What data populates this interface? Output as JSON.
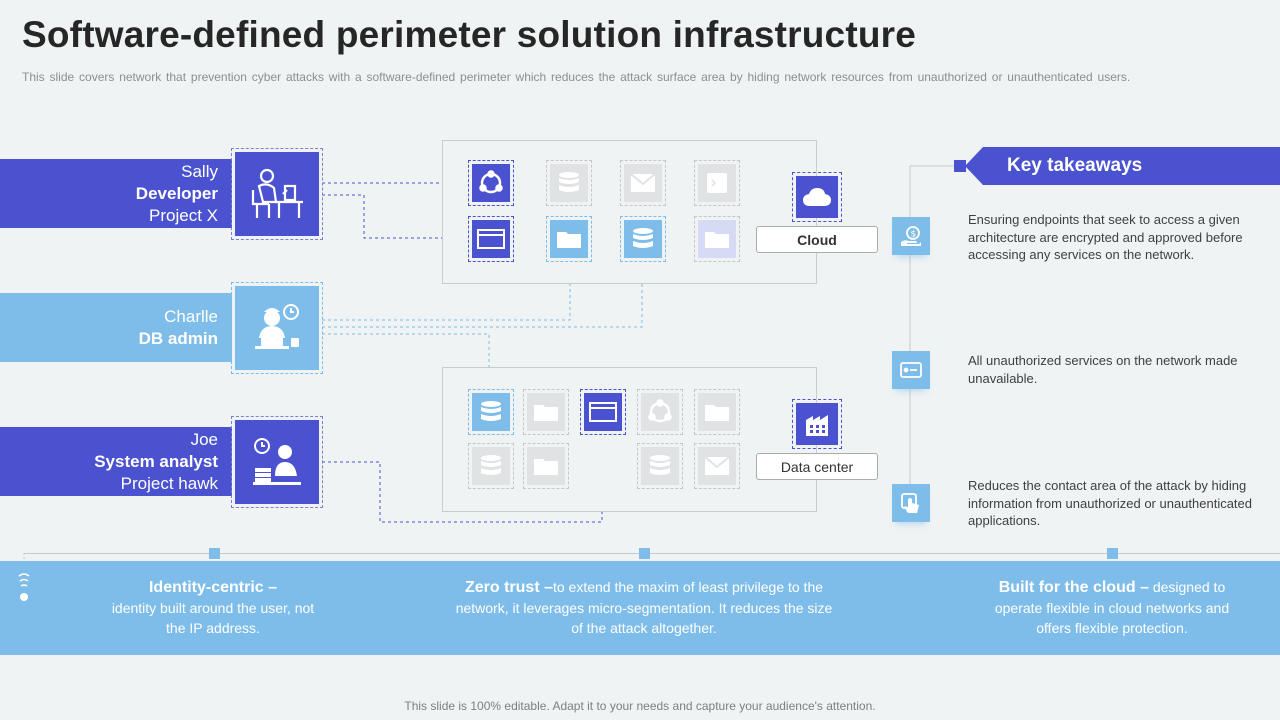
{
  "header": {
    "title": "Software-defined perimeter solution infrastructure",
    "subtitle": "This slide covers network that prevention  cyber attacks with a software-defined  perimeter which reduces the attack surface area by hiding network resources from unauthorized or unauthenticated users."
  },
  "roles": [
    {
      "name": "Sally",
      "title": "Developer",
      "project": "Project X",
      "icon": "developer-icon"
    },
    {
      "name": "Charlle",
      "title": "DB admin",
      "icon": "db-admin-icon"
    },
    {
      "name": "Joe",
      "title": "System analyst",
      "project": "Project hawk",
      "icon": "system-analyst-icon"
    }
  ],
  "cloud": {
    "label": "Cloud",
    "icon": "cloud-icon"
  },
  "datacenter": {
    "label": "Data center",
    "icon": "building-icon"
  },
  "takeaways": {
    "title": "Key takeaways",
    "items": [
      {
        "text": "Ensuring endpoints that seek to access a given architecture are encrypted and approved before accessing any services on the network.",
        "icon": "money-hand-icon"
      },
      {
        "text": "All unauthorized services on the network made unavailable.",
        "icon": "server-icon"
      },
      {
        "text": "Reduces the contact area of the attack by hiding information from unauthorized or unauthenticated applications.",
        "icon": "touch-icon"
      }
    ]
  },
  "features": [
    {
      "heading": "Identity-centric –",
      "text": "identity built around the user, not the IP address."
    },
    {
      "heading": "Zero trust –",
      "text": "to extend the maxim of least privilege to the network,  it leverages micro-segmentation. It reduces the size of the attack altogether."
    },
    {
      "heading": "Built for the cloud –",
      "text": " designed to operate flexible in cloud networks and offers flexible protection."
    }
  ],
  "footer": {
    "text": "This slide is 100% editable. Adapt it to your needs and capture your audience's attention."
  },
  "colors": {
    "primary": "#4b52d0",
    "secondary": "#7ebde9",
    "background": "#eff3f3"
  }
}
